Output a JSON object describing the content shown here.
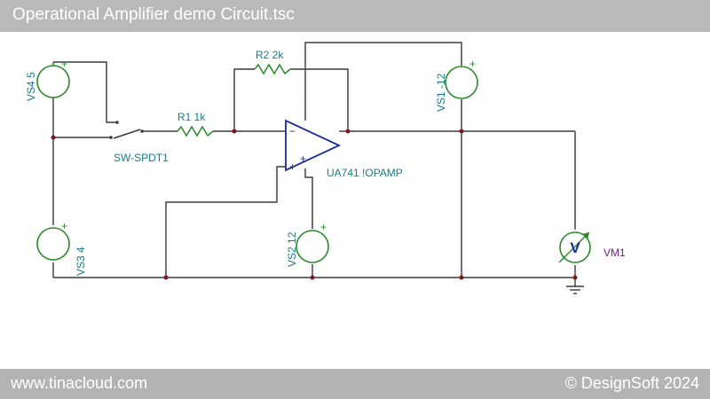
{
  "window": {
    "title": "Operational Amplifier demo Circuit.tsc"
  },
  "footer": {
    "left": "www.tinacloud.com",
    "right": "© DesignSoft 2024"
  },
  "colors": {
    "wire": "#3a3a3a",
    "source": "#2a8a2a",
    "label": "#1a7a8a",
    "opamp": "#1a2e9a",
    "meter_label": "#7a1a8a"
  },
  "components": {
    "vs4": {
      "label": "VS4 5",
      "sign": "+"
    },
    "vs3": {
      "label": "VS3 4",
      "sign": "+"
    },
    "vs2": {
      "label": "VS2 12",
      "sign": "+"
    },
    "vs1": {
      "label": "VS1 -12",
      "sign": "+"
    },
    "switch": {
      "label": "SW-SPDT1"
    },
    "r1": {
      "label": "R1 1k"
    },
    "r2": {
      "label": "R2 2k"
    },
    "opamp": {
      "label": "UA741 !OPAMP",
      "minus": "−",
      "plus": "+"
    },
    "vm1": {
      "label": "VM1",
      "symbol": "V"
    }
  }
}
